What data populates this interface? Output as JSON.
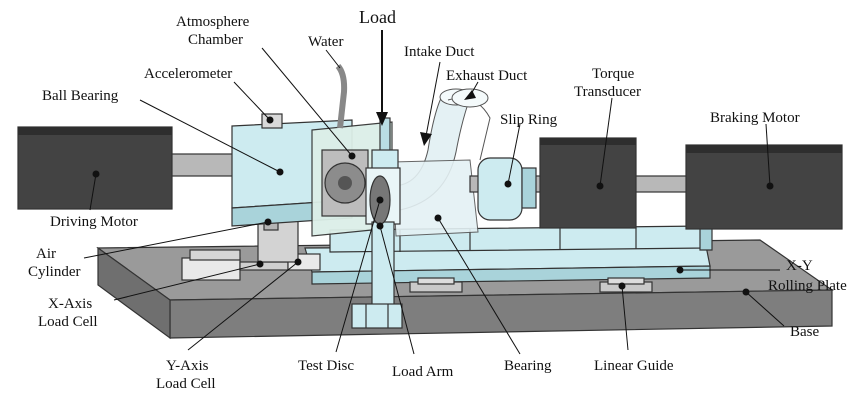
{
  "labels": {
    "load": "Load",
    "atmosphere_line1": "Atmosphere",
    "atmosphere_line2": "Chamber",
    "water": "Water",
    "intake_duct": "Intake Duct",
    "exhaust_duct": "Exhaust Duct",
    "accelerometer": "Accelerometer",
    "ball_bearing": "Ball Bearing",
    "slip_ring": "Slip Ring",
    "torque_line1": "Torque",
    "torque_line2": "Transducer",
    "braking_motor": "Braking Motor",
    "driving_motor": "Driving Motor",
    "air_cylinder_line1": "Air",
    "air_cylinder_line2": "Cylinder",
    "x_axis_line1": "X-Axis",
    "x_axis_line2": "Load Cell",
    "y_axis_line1": "Y-Axis",
    "y_axis_line2": "Load Cell",
    "test_disc": "Test Disc",
    "load_arm": "Load Arm",
    "bearing": "Bearing",
    "linear_guide": "Linear Guide",
    "xy_line1": "X-Y",
    "xy_line2": "Rolling Plate",
    "base": "Base"
  },
  "colors": {
    "motor_body": "#434343",
    "motor_dark": "#2e2e2e",
    "shaft": "#b8b8b8",
    "component_cyan": "#cdebf0",
    "component_cyan_dark": "#a9d3da",
    "base_top": "#9a9a9a",
    "base_side": "#7e7e7e",
    "duct": "#e4f1f4"
  }
}
